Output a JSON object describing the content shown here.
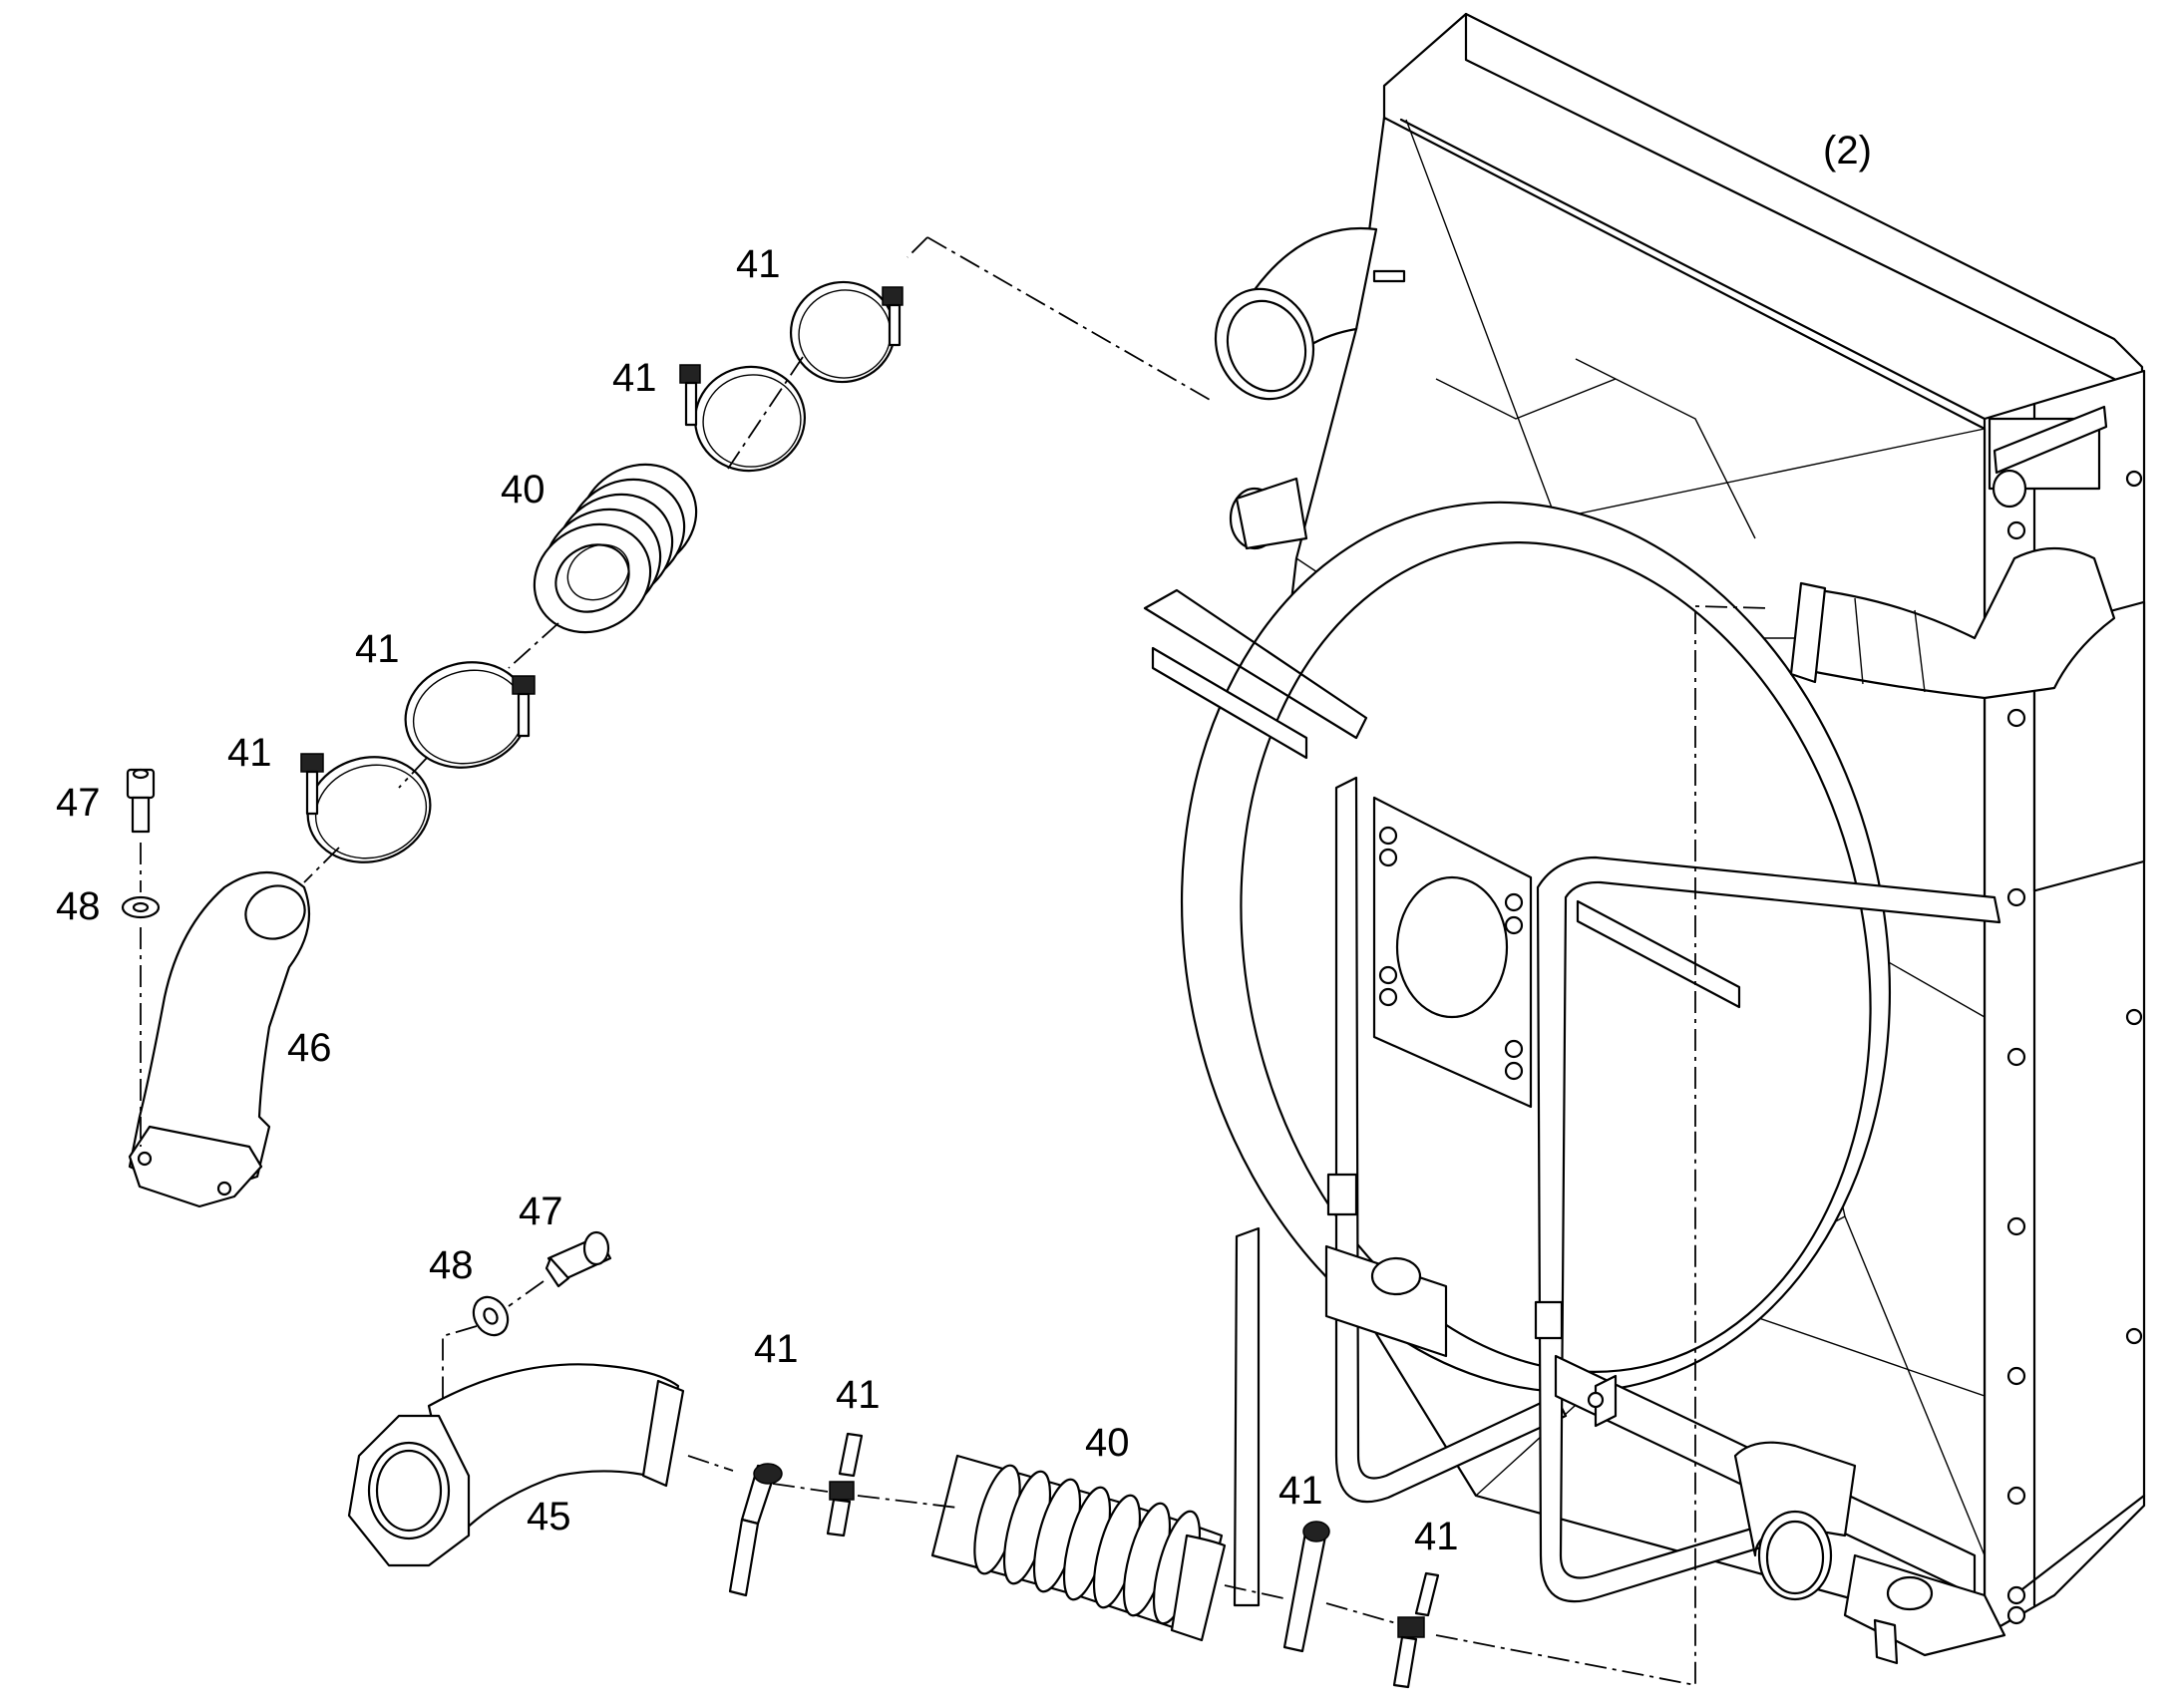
{
  "labels": {
    "assembly": "(2)",
    "clamp_a": "41",
    "clamp_b": "41",
    "bellows_upper": "40",
    "clamp_c": "41",
    "clamp_d": "41",
    "screw_upper": "47",
    "washer_upper": "48",
    "elbow_upper": "46",
    "screw_lower": "47",
    "washer_lower": "48",
    "elbow_lower": "45",
    "clamp_e": "41",
    "clamp_f": "41",
    "bellows_lower": "40",
    "clamp_g": "41",
    "clamp_h": "41"
  }
}
